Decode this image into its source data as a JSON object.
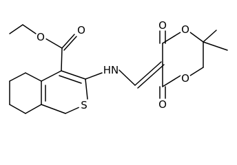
{
  "molecule": {
    "atom_labels": {
      "ester_carbonyl_oxygen": "O",
      "ester_ether_oxygen": "O",
      "amine_nitrogen": "HN",
      "thiophene_sulfur": "S",
      "ring_ketone_oxygen_top": "O",
      "ring_ketone_oxygen_bottom": "O",
      "ring_ether_oxygen_top": "O",
      "ring_ether_oxygen_bottom": "O"
    }
  }
}
